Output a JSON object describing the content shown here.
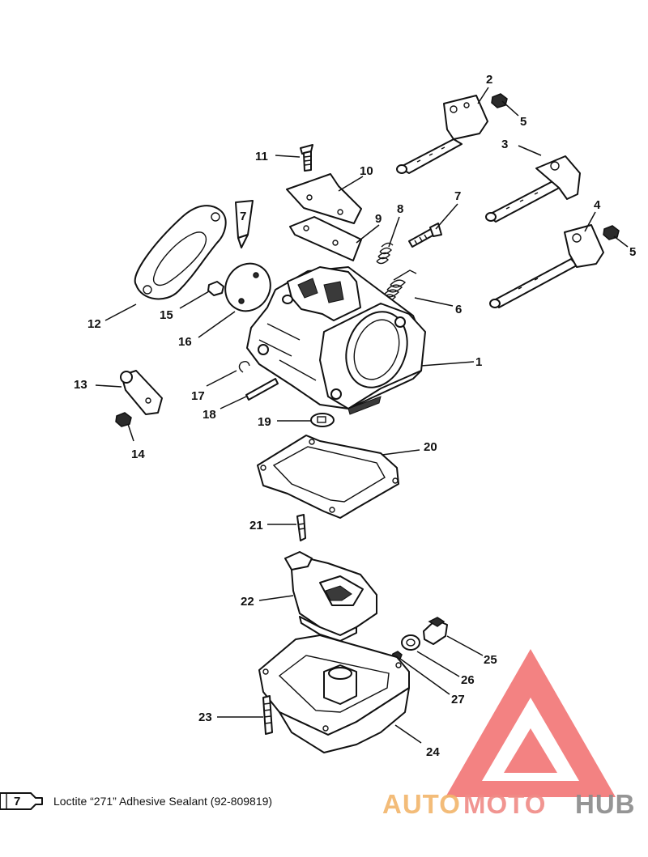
{
  "callouts": [
    {
      "id": "c1",
      "label": "1"
    },
    {
      "id": "c2",
      "label": "2"
    },
    {
      "id": "c3",
      "label": "3"
    },
    {
      "id": "c4",
      "label": "4"
    },
    {
      "id": "c5a",
      "label": "5"
    },
    {
      "id": "c5b",
      "label": "5"
    },
    {
      "id": "c6",
      "label": "6"
    },
    {
      "id": "c7",
      "label": "7"
    },
    {
      "id": "c8",
      "label": "8"
    },
    {
      "id": "c9",
      "label": "9"
    },
    {
      "id": "c10",
      "label": "10"
    },
    {
      "id": "c11",
      "label": "11"
    },
    {
      "id": "c12",
      "label": "12"
    },
    {
      "id": "c13",
      "label": "13"
    },
    {
      "id": "c14",
      "label": "14"
    },
    {
      "id": "c15",
      "label": "15"
    },
    {
      "id": "c16",
      "label": "16"
    },
    {
      "id": "c17",
      "label": "17"
    },
    {
      "id": "c18",
      "label": "18"
    },
    {
      "id": "c19",
      "label": "19"
    },
    {
      "id": "c20",
      "label": "20"
    },
    {
      "id": "c21",
      "label": "21"
    },
    {
      "id": "c22",
      "label": "22"
    },
    {
      "id": "c23",
      "label": "23"
    },
    {
      "id": "c24",
      "label": "24"
    },
    {
      "id": "c25",
      "label": "25"
    },
    {
      "id": "c26",
      "label": "26"
    },
    {
      "id": "c27",
      "label": "27"
    }
  ],
  "tube_label": "7",
  "legend": {
    "tube_label": "7",
    "text": "Loctite “271” Adhesive Sealant (92-809819)"
  },
  "watermark": {
    "word_auto": "AUTO",
    "word_moto": "MOTO",
    "word_hub": "HUB",
    "colors": {
      "auto": "#f2b56b",
      "moto": "#f08a86",
      "hub": "#8a8a8a",
      "triangle": "#f26d6d"
    }
  }
}
